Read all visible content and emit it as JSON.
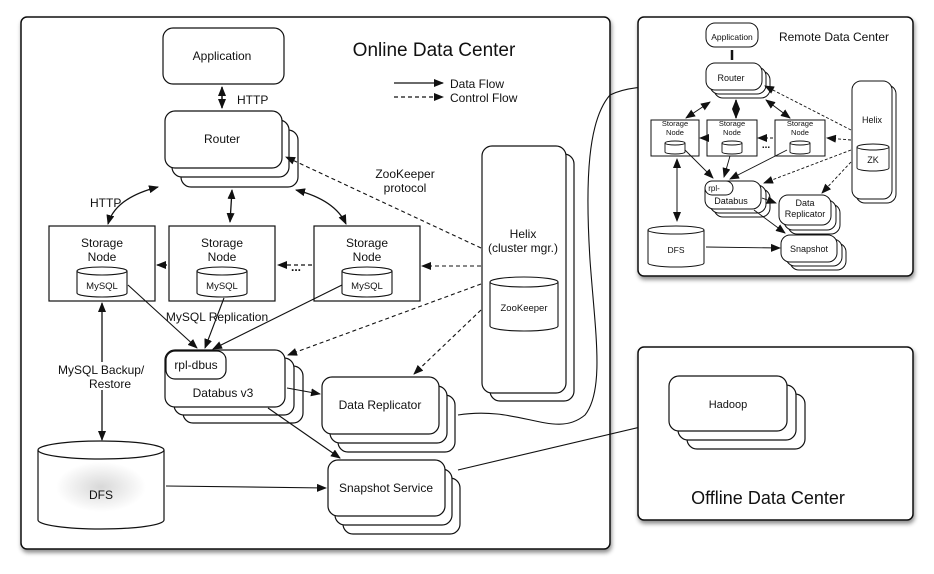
{
  "legend": {
    "data_flow": "Data Flow",
    "control_flow": "Control Flow"
  },
  "online": {
    "title": "Online Data Center",
    "application": "Application",
    "http_app": "HTTP",
    "router": "Router",
    "http_storage": "HTTP",
    "zk_protocol_1": "ZooKeeper",
    "zk_protocol_2": "protocol",
    "storage_nodes": [
      {
        "line1": "Storage",
        "line2": "Node",
        "db": "MySQL"
      },
      {
        "line1": "Storage",
        "line2": "Node",
        "db": "MySQL"
      },
      {
        "line1": "Storage",
        "line2": "Node",
        "db": "MySQL"
      }
    ],
    "ellipsis": "...",
    "helix_1": "Helix",
    "helix_2": "(cluster mgr.)",
    "zookeeper": "ZooKeeper",
    "mysql_replication": "MySQL Replication",
    "rpl_dbus": "rpl-dbus",
    "databus": "Databus v3",
    "backup_1": "MySQL  Backup/",
    "backup_2": "Restore",
    "data_replicator": "Data Replicator",
    "dfs": "DFS",
    "snapshot": "Snapshot Service"
  },
  "remote": {
    "title": "Remote Data Center",
    "application": "Application",
    "router": "Router",
    "storage_nodes": [
      {
        "line1": "Storage",
        "line2": "Node"
      },
      {
        "line1": "Storage",
        "line2": "Node"
      },
      {
        "line1": "Storage",
        "line2": "Node"
      }
    ],
    "ellipsis": "...",
    "helix": "Helix",
    "zk": "ZK",
    "rpl": "rpl-",
    "databus": "Databus",
    "data_replicator_1": "Data",
    "data_replicator_2": "Replicator",
    "dfs": "DFS",
    "snapshot": "Snapshot"
  },
  "offline": {
    "title": "Offline Data Center",
    "hadoop": "Hadoop"
  }
}
